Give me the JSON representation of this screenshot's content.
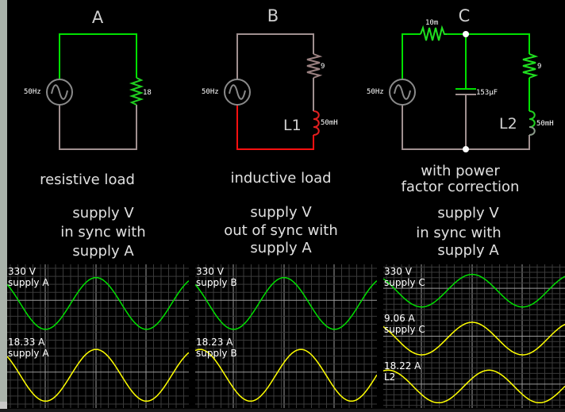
{
  "circuits": [
    {
      "id": "A",
      "title": "A",
      "source_label": "50Hz",
      "components": [
        {
          "type": "resistor",
          "label": "18"
        }
      ],
      "description": "resistive load",
      "note": [
        "supply V",
        "in sync with",
        "supply A"
      ]
    },
    {
      "id": "B",
      "title": "B",
      "source_label": "50Hz",
      "components": [
        {
          "type": "resistor",
          "label": "9"
        },
        {
          "type": "inductor",
          "label": "50mH",
          "name": "L1"
        }
      ],
      "description": "inductive load",
      "note": [
        "supply V",
        "out of sync with",
        "supply A"
      ]
    },
    {
      "id": "C",
      "title": "C",
      "source_label": "50Hz",
      "components": [
        {
          "type": "resistor",
          "label": "10m"
        },
        {
          "type": "capacitor",
          "label": "153µF"
        },
        {
          "type": "resistor",
          "label": "9"
        },
        {
          "type": "inductor",
          "label": "50mH",
          "name": "L2"
        }
      ],
      "description": [
        "with power",
        "factor correction"
      ],
      "note": [
        "supply V",
        "in sync with",
        "supply A"
      ]
    }
  ],
  "colors": {
    "wire_active": "#00e000",
    "wire_neutral": "#a09090",
    "wire_red": "#ff1010",
    "voltage_trace": "#00e000",
    "current_trace": "#ffff00",
    "grid": "#3a3a3a",
    "grid_major": "#9a9a9a"
  },
  "chart_data": [
    {
      "type": "line",
      "title": "Scope A",
      "series": [
        {
          "name": "supply A",
          "unit": "V",
          "peak_label": "330 V",
          "peak": 330,
          "phase_deg": 0,
          "color": "#00e000"
        },
        {
          "name": "supply A",
          "unit": "A",
          "peak_label": "18.33 A",
          "peak": 18.33,
          "phase_deg": 0,
          "color": "#ffff00"
        }
      ],
      "frequency_hz": 50,
      "grid": true
    },
    {
      "type": "line",
      "title": "Scope B",
      "series": [
        {
          "name": "supply B",
          "unit": "V",
          "peak_label": "330 V",
          "peak": 330,
          "phase_deg": 0,
          "color": "#00e000"
        },
        {
          "name": "supply B",
          "unit": "A",
          "peak_label": "18.23 A",
          "peak": 18.23,
          "phase_deg": -60,
          "color": "#ffff00"
        }
      ],
      "frequency_hz": 50,
      "grid": true
    },
    {
      "type": "line",
      "title": "Scope C",
      "series": [
        {
          "name": "supply C",
          "unit": "V",
          "peak_label": "330 V",
          "peak": 330,
          "phase_deg": 0,
          "color": "#00e000"
        },
        {
          "name": "supply C",
          "unit": "A",
          "peak_label": "9.06 A",
          "peak": 9.06,
          "phase_deg": 0,
          "color": "#ffff00"
        },
        {
          "name": "L2",
          "unit": "A",
          "peak_label": "18.22 A",
          "peak": 18.22,
          "phase_deg": -60,
          "color": "#ffff00"
        }
      ],
      "frequency_hz": 50,
      "grid": true
    }
  ]
}
